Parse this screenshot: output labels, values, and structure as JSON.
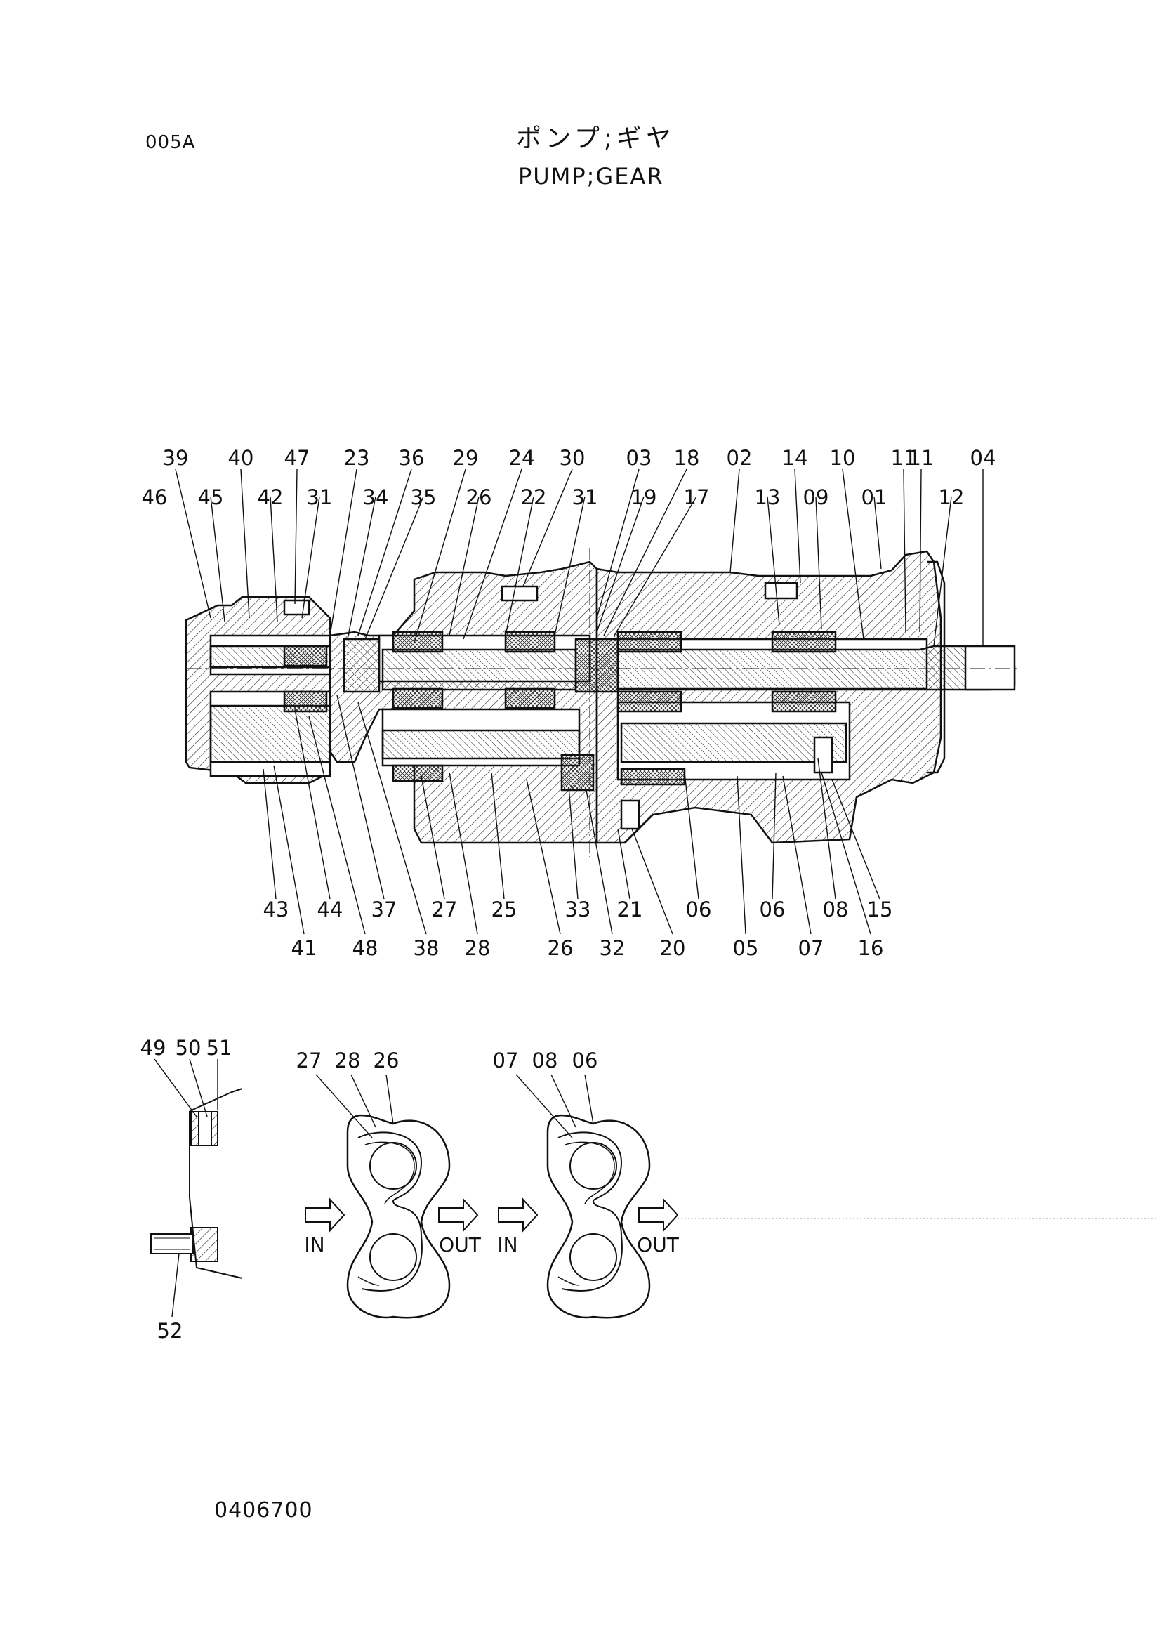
{
  "header": {
    "code": "005A",
    "title_jp": "ポンプ;ギヤ",
    "title_en": "PUMP;GEAR"
  },
  "footer": {
    "doc_no": "0406700"
  },
  "section": {
    "top_row_callouts": [
      "39",
      "40",
      "47",
      "23",
      "36",
      "29",
      "24",
      "30",
      "03",
      "18",
      "02",
      "14",
      "10",
      "11",
      "11",
      "04"
    ],
    "second_row_callouts": [
      "46",
      "45",
      "42",
      "31",
      "34",
      "35",
      "26",
      "22",
      "31",
      "19",
      "17",
      "13",
      "09",
      "01",
      "12"
    ],
    "bottom_row_callouts": [
      "43",
      "44",
      "37",
      "27",
      "25",
      "33",
      "21",
      "06",
      "06",
      "08",
      "15"
    ],
    "lowest_row_callouts": [
      "41",
      "48",
      "38",
      "28",
      "26",
      "32",
      "20",
      "05",
      "07",
      "16"
    ]
  },
  "detail_views": {
    "bolt_callouts": [
      "49",
      "50",
      "51"
    ],
    "bolt_bottom_callout": "52",
    "gear_set_1_callouts": [
      "27",
      "28",
      "26"
    ],
    "gear_set_2_callouts": [
      "07",
      "08",
      "06"
    ],
    "flow_in": "IN",
    "flow_out": "OUT"
  }
}
